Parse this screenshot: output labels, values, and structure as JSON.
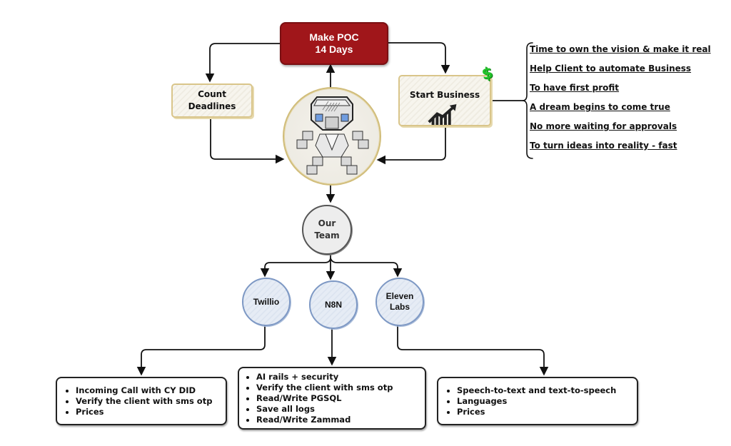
{
  "diagram": {
    "root": {
      "label_line1": "Make POC",
      "label_line2": "14 Days",
      "color": "#a0161a"
    },
    "left_node": {
      "label_line1": "Count",
      "label_line2": "Deadlines"
    },
    "right_node": {
      "label": "Start Business",
      "badge_icon": "dollar-icon",
      "chart_icon": "growth-chart-icon",
      "badge_symbol": "$",
      "badge_color": "#22c22a"
    },
    "hub": {
      "icon": "robot-cubes-icon"
    },
    "team": {
      "label_line1": "Our",
      "label_line2": "Team"
    },
    "benefits": [
      "Time to own the vision & make it real",
      "Help Client to automate Business",
      "To have first profit",
      "A dream begins to come true",
      "No more waiting for approvals",
      "To turn ideas into reality - fast"
    ],
    "tools": [
      {
        "name_line1": "Twillio",
        "name_line2": "",
        "details": [
          "Incoming Call with CY DID",
          "Verify the client with sms otp",
          "Prices"
        ]
      },
      {
        "name_line1": "N8N",
        "name_line2": "",
        "details": [
          "AI rails + security",
          "Verify the client with sms otp",
          "Read/Write PGSQL",
          "Save all logs",
          "Read/Write Zammad"
        ]
      },
      {
        "name_line1": "Eleven",
        "name_line2": "Labs",
        "details": [
          "Speech-to-text and text-to-speech",
          "Languages",
          "Prices"
        ]
      }
    ]
  }
}
